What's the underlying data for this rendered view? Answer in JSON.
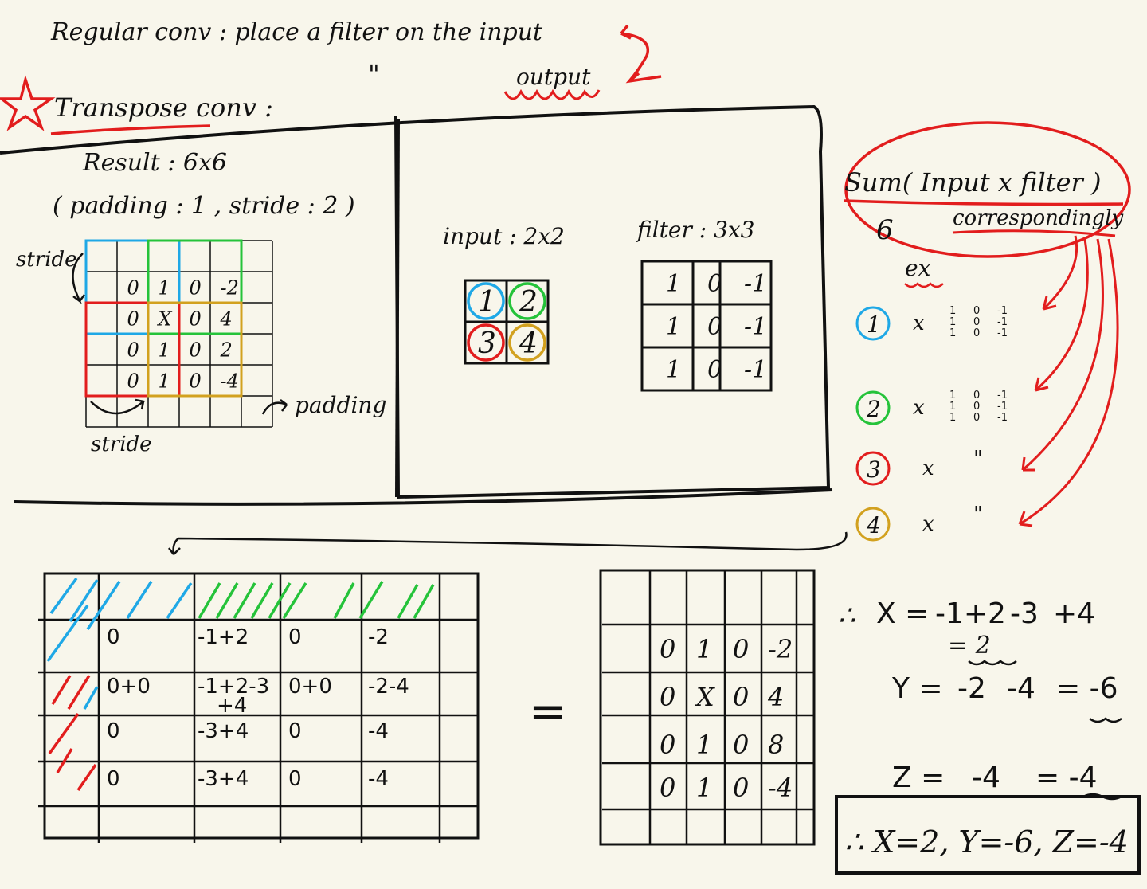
{
  "header": {
    "regular_conv": "Regular conv : place a filter on the input",
    "ditto": "\"",
    "output_word": "output",
    "transpose_conv": "Transpose conv :"
  },
  "left_panel": {
    "result": "Result : 6x6",
    "params": "( padding : 1 , stride : 2 )",
    "stride_top": "stride",
    "stride_bottom": "stride",
    "padding_label": "padding",
    "grid_values": [
      [
        "0",
        "1",
        "0",
        "-2"
      ],
      [
        "0",
        "X",
        "0",
        "4"
      ],
      [
        "0",
        "1",
        "0",
        "2"
      ],
      [
        "0",
        "1",
        "0",
        "-4"
      ]
    ]
  },
  "middle_panel": {
    "input_label": "input : 2x2",
    "input_values": [
      "1",
      "2",
      "3",
      "4"
    ],
    "filter_label": "filter : 3x3",
    "filter_values": [
      [
        "1",
        "0",
        "-1"
      ],
      [
        "1",
        "0",
        "-1"
      ],
      [
        "1",
        "0",
        "-1"
      ]
    ]
  },
  "right_panel": {
    "sum_formula": "Sum( Input x filter )",
    "corresponding": "correspondingly",
    "ex": "ex",
    "steps": [
      {
        "num": "1",
        "op": "x",
        "color": "#1fa8e6"
      },
      {
        "num": "2",
        "op": "x",
        "color": "#25c33a"
      },
      {
        "num": "3",
        "op": "x",
        "color": "#e21d1d",
        "ditto": "\""
      },
      {
        "num": "4",
        "op": "x",
        "color": "#d2a11f",
        "ditto": "\""
      }
    ]
  },
  "bottom_left_table": {
    "rows": [
      [
        [
          {
            "t": "0",
            "c": "#1fa8e6"
          }
        ],
        [
          {
            "t": "-1+2",
            "c": "#25c33a"
          }
        ],
        [
          {
            "t": "0",
            "c": "#25c33a"
          }
        ],
        [
          {
            "t": "-2",
            "c": "#25c33a"
          }
        ]
      ],
      [
        [
          {
            "t": "0+0",
            "c": "#e21d1d"
          }
        ],
        [
          {
            "t": "-1+2-3",
            "c": "#25c33a"
          },
          {
            "t": "+4",
            "c": "#d2a11f"
          }
        ],
        [
          {
            "t": "0+0",
            "c": "#25c33a"
          }
        ],
        [
          {
            "t": "-2-4",
            "c": "#25c33a"
          }
        ]
      ],
      [
        [
          {
            "t": "0",
            "c": "#e21d1d"
          }
        ],
        [
          {
            "t": "-3+4",
            "c": "#e21d1d"
          }
        ],
        [
          {
            "t": "0",
            "c": "#d2a11f"
          }
        ],
        [
          {
            "t": "-4",
            "c": "#d2a11f"
          }
        ]
      ],
      [
        [
          {
            "t": "0",
            "c": "#e21d1d"
          }
        ],
        [
          {
            "t": "-3+4",
            "c": "#e21d1d"
          }
        ],
        [
          {
            "t": "0",
            "c": "#d2a11f"
          }
        ],
        [
          {
            "t": "-4",
            "c": "#d2a11f"
          }
        ]
      ]
    ]
  },
  "equals": "=",
  "bottom_mid_grid": [
    [
      "0",
      "1",
      "0",
      "-2"
    ],
    [
      "0",
      "X",
      "0",
      "4"
    ],
    [
      "0",
      "1",
      "0",
      "8"
    ],
    [
      "0",
      "1",
      "0",
      "-4"
    ]
  ],
  "equations": {
    "therefore": "∴",
    "x_line": [
      {
        "t": "X =",
        "c": "#111111"
      },
      {
        "t": "-1+2",
        "c": "#1fa8e6"
      },
      {
        "t": "-3",
        "c": "#e21d1d"
      },
      {
        "t": "+4",
        "c": "#d2a11f"
      }
    ],
    "x_result": "= 2",
    "y_line": [
      {
        "t": "Y =",
        "c": "#111111"
      },
      {
        "t": "-2",
        "c": "#25c33a"
      },
      {
        "t": "-4",
        "c": "#d2a11f"
      },
      {
        "t": "= -6",
        "c": "#111111"
      }
    ],
    "z_line": [
      {
        "t": "Z =",
        "c": "#111111"
      },
      {
        "t": "-4",
        "c": "#d2a11f"
      },
      {
        "t": "= -4",
        "c": "#111111"
      }
    ],
    "final": "∴ X=2, Y=-6, Z=-4"
  }
}
